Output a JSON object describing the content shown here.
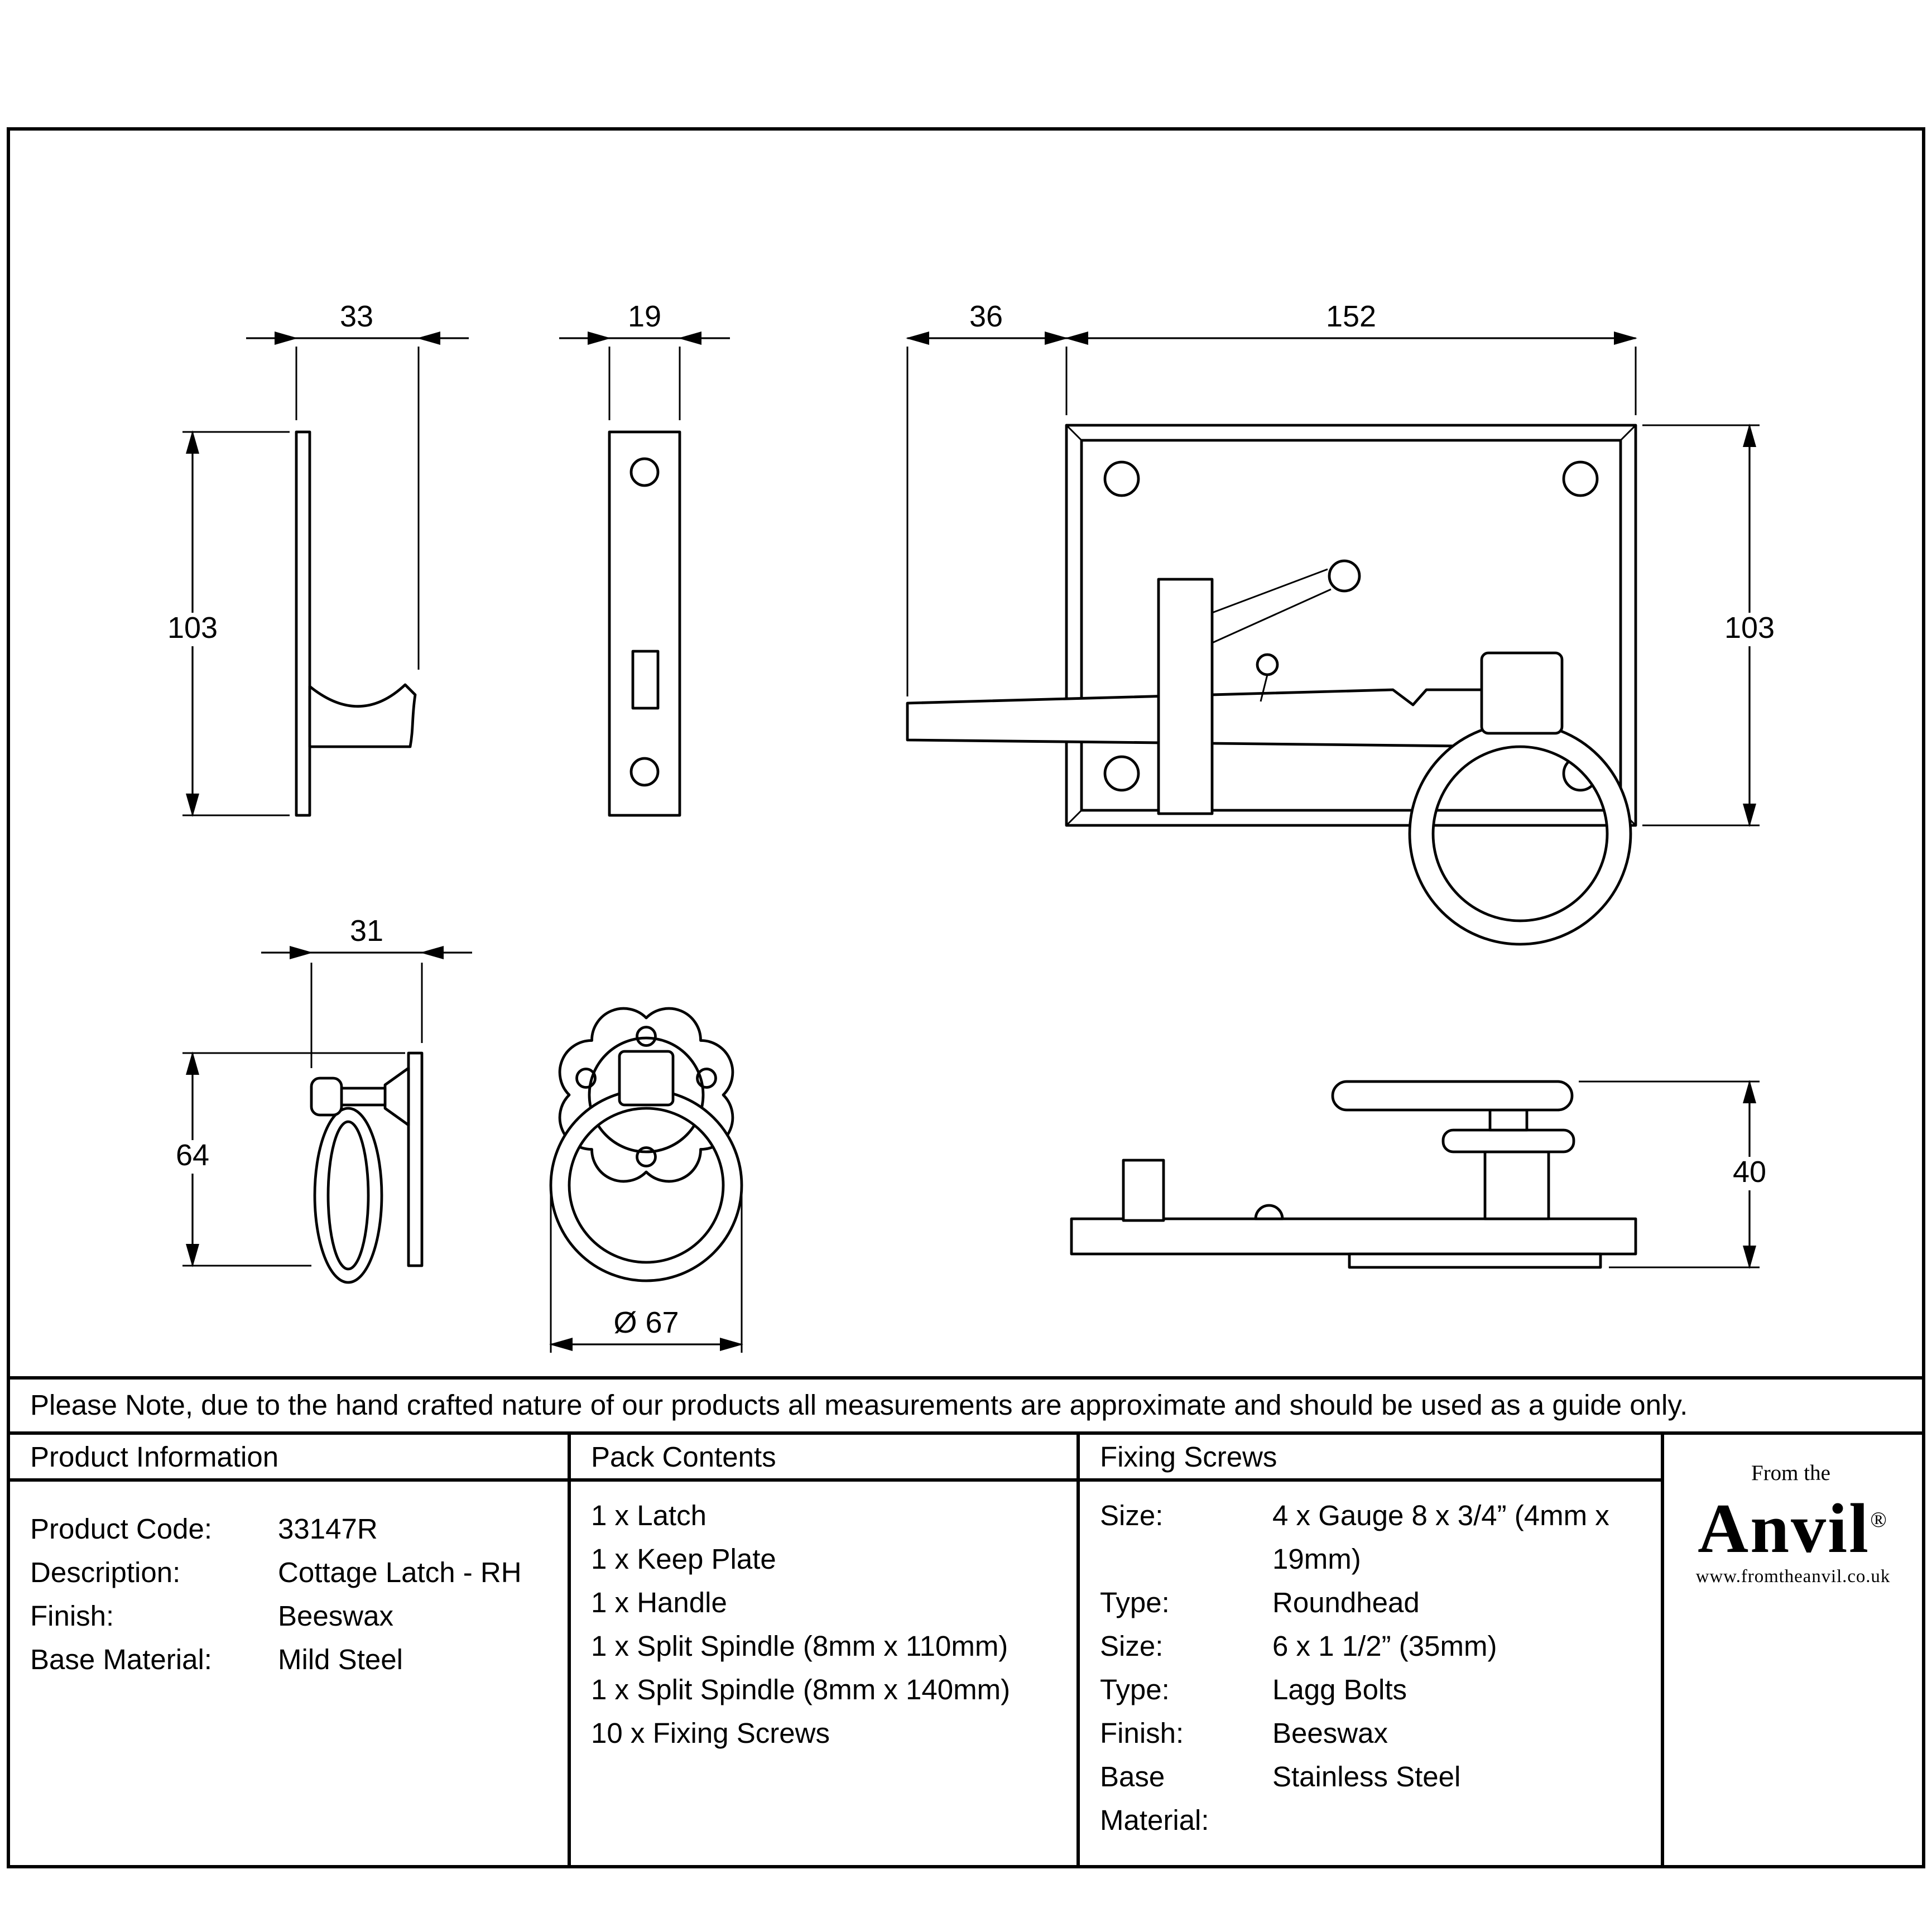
{
  "note": "Please Note, due to the hand crafted nature of our products all measurements are approximate and should be used as a guide only.",
  "drawing": {
    "dims": {
      "latch_thickness": "33",
      "keep_depth": "19",
      "bar_projection": "36",
      "plate_width": "152",
      "plate_height_left": "103",
      "plate_height_right": "103",
      "handle_depth": "31",
      "handle_height": "64",
      "ring_diameter": "Ø 67",
      "stack_height": "40"
    }
  },
  "table": {
    "product_information": {
      "header": "Product Information",
      "rows": [
        {
          "label": "Product Code:",
          "value": "33147R"
        },
        {
          "label": "Description:",
          "value": "Cottage Latch - RH"
        },
        {
          "label": "Finish:",
          "value": "Beeswax"
        },
        {
          "label": "Base Material:",
          "value": "Mild Steel"
        }
      ]
    },
    "pack_contents": {
      "header": "Pack Contents",
      "items": [
        "1 x Latch",
        "1 x Keep Plate",
        "1 x Handle",
        "1 x Split Spindle (8mm x 110mm)",
        "1 x Split Spindle (8mm x 140mm)",
        "10 x Fixing Screws"
      ]
    },
    "fixing_screws": {
      "header": "Fixing Screws",
      "rows": [
        {
          "label": "Size:",
          "value": "4 x Gauge 8 x 3/4” (4mm x 19mm)"
        },
        {
          "label": "Type:",
          "value": "Roundhead"
        },
        {
          "label": "Size:",
          "value": "6 x 1 1/2” (35mm)"
        },
        {
          "label": "Type:",
          "value": "Lagg Bolts"
        },
        {
          "label": "Finish:",
          "value": "Beeswax"
        },
        {
          "label": "Base Material:",
          "value": "Stainless Steel"
        }
      ]
    }
  },
  "logo": {
    "tagline": "From the",
    "brand": "Anvil",
    "registered": "®",
    "website": "www.fromtheanvil.co.uk"
  }
}
